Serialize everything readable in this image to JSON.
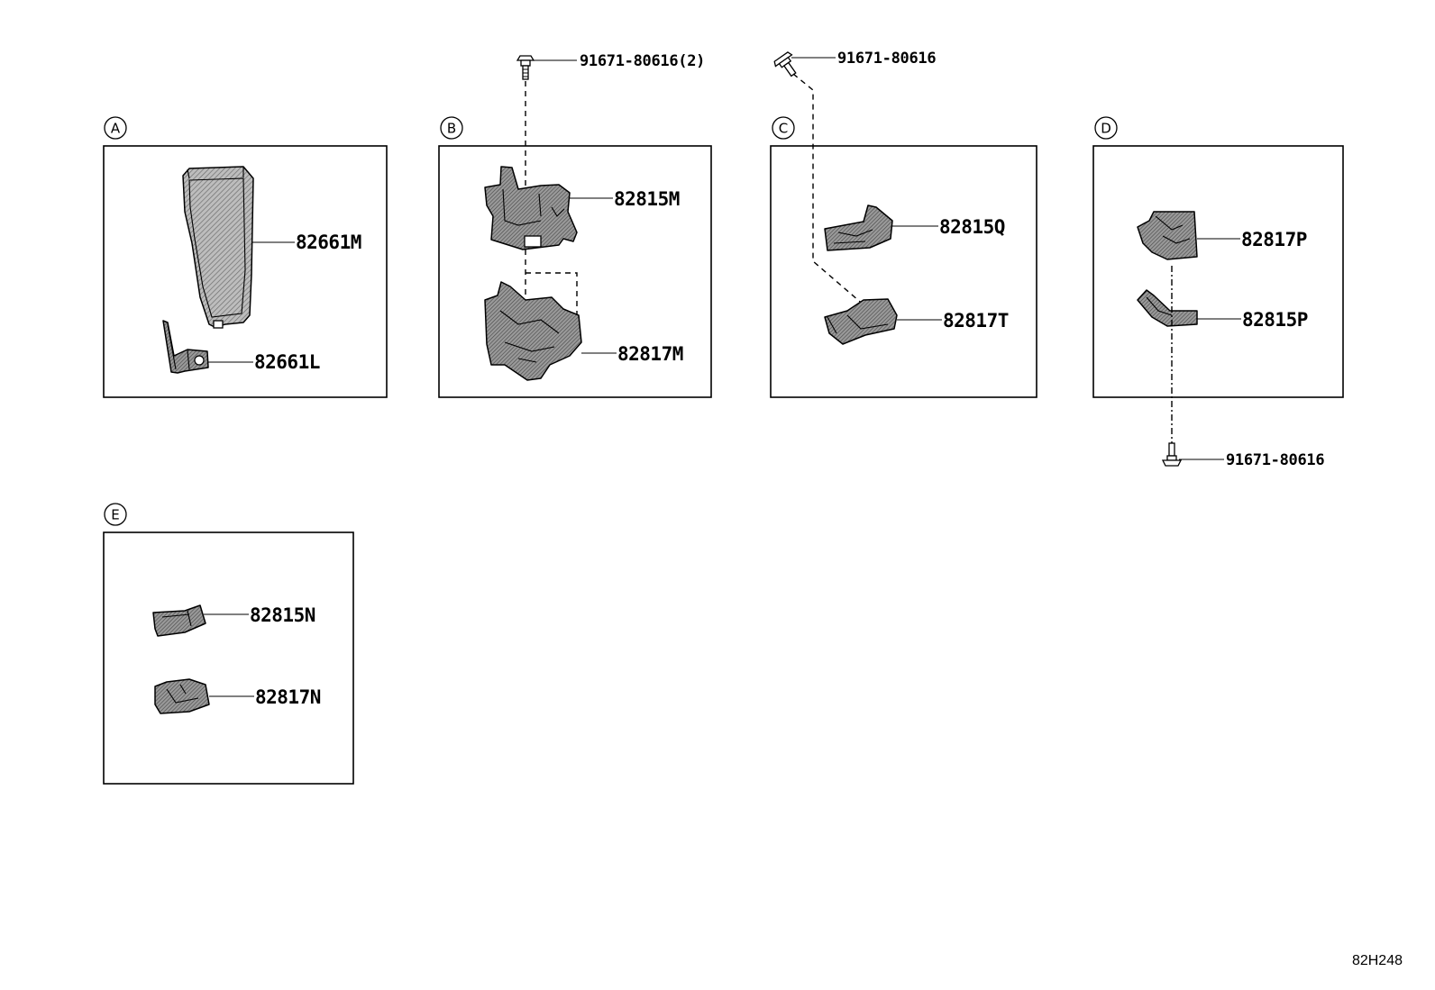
{
  "diagram_id": "82H248",
  "groups": [
    {
      "letter": "A",
      "parts": [
        "82661M",
        "82661L"
      ]
    },
    {
      "letter": "B",
      "parts": [
        "82815M",
        "82817M"
      ]
    },
    {
      "letter": "C",
      "parts": [
        "82815Q",
        "82817T"
      ]
    },
    {
      "letter": "D",
      "parts": [
        "82817P",
        "82815P"
      ]
    },
    {
      "letter": "E",
      "parts": [
        "82815N",
        "82817N"
      ]
    }
  ],
  "bolts": [
    "91671-80616(2)",
    "91671-80616",
    "91671-80616"
  ],
  "colors": {
    "line": "#000000",
    "background": "#ffffff"
  }
}
